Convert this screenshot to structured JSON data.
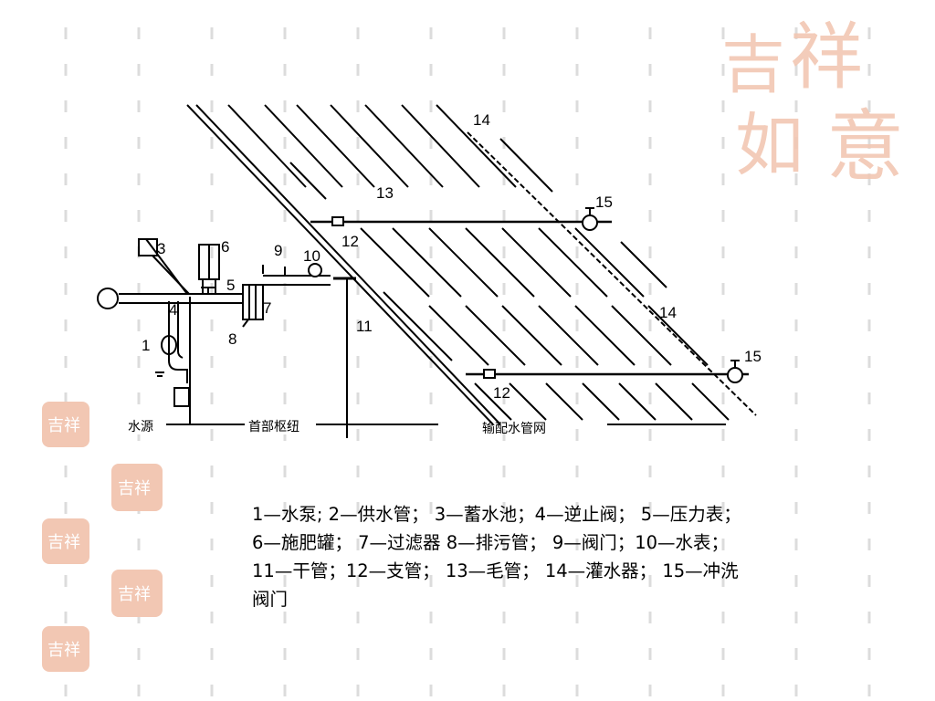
{
  "slide": {
    "decoration": {
      "seal_text": "吉祥如意",
      "colors": {
        "dash": "#dcdcdc",
        "seal": "#f2c7b3",
        "seal_ink": "#ffffff"
      }
    }
  },
  "diagram": {
    "numbers": [
      "1",
      "3",
      "4",
      "5",
      "6",
      "7",
      "8",
      "9",
      "10",
      "11",
      "12",
      "12",
      "13",
      "14",
      "14",
      "15",
      "15"
    ],
    "section_labels": {
      "water_source": "水源",
      "head_hub": "首部枢纽",
      "distribution_network": "输配水管网"
    }
  },
  "legend": {
    "line1": "1—水泵; 2—供水管； 3—蓄水池；4—逆止阀； 5—压力表；",
    "line2": "6—施肥罐； 7—过滤器 8—排污管； 9—阀门；10—水表；",
    "line3": "11—干管；12—支管； 13—毛管； 14—灌水器； 15—冲洗",
    "line4": "阀门"
  }
}
